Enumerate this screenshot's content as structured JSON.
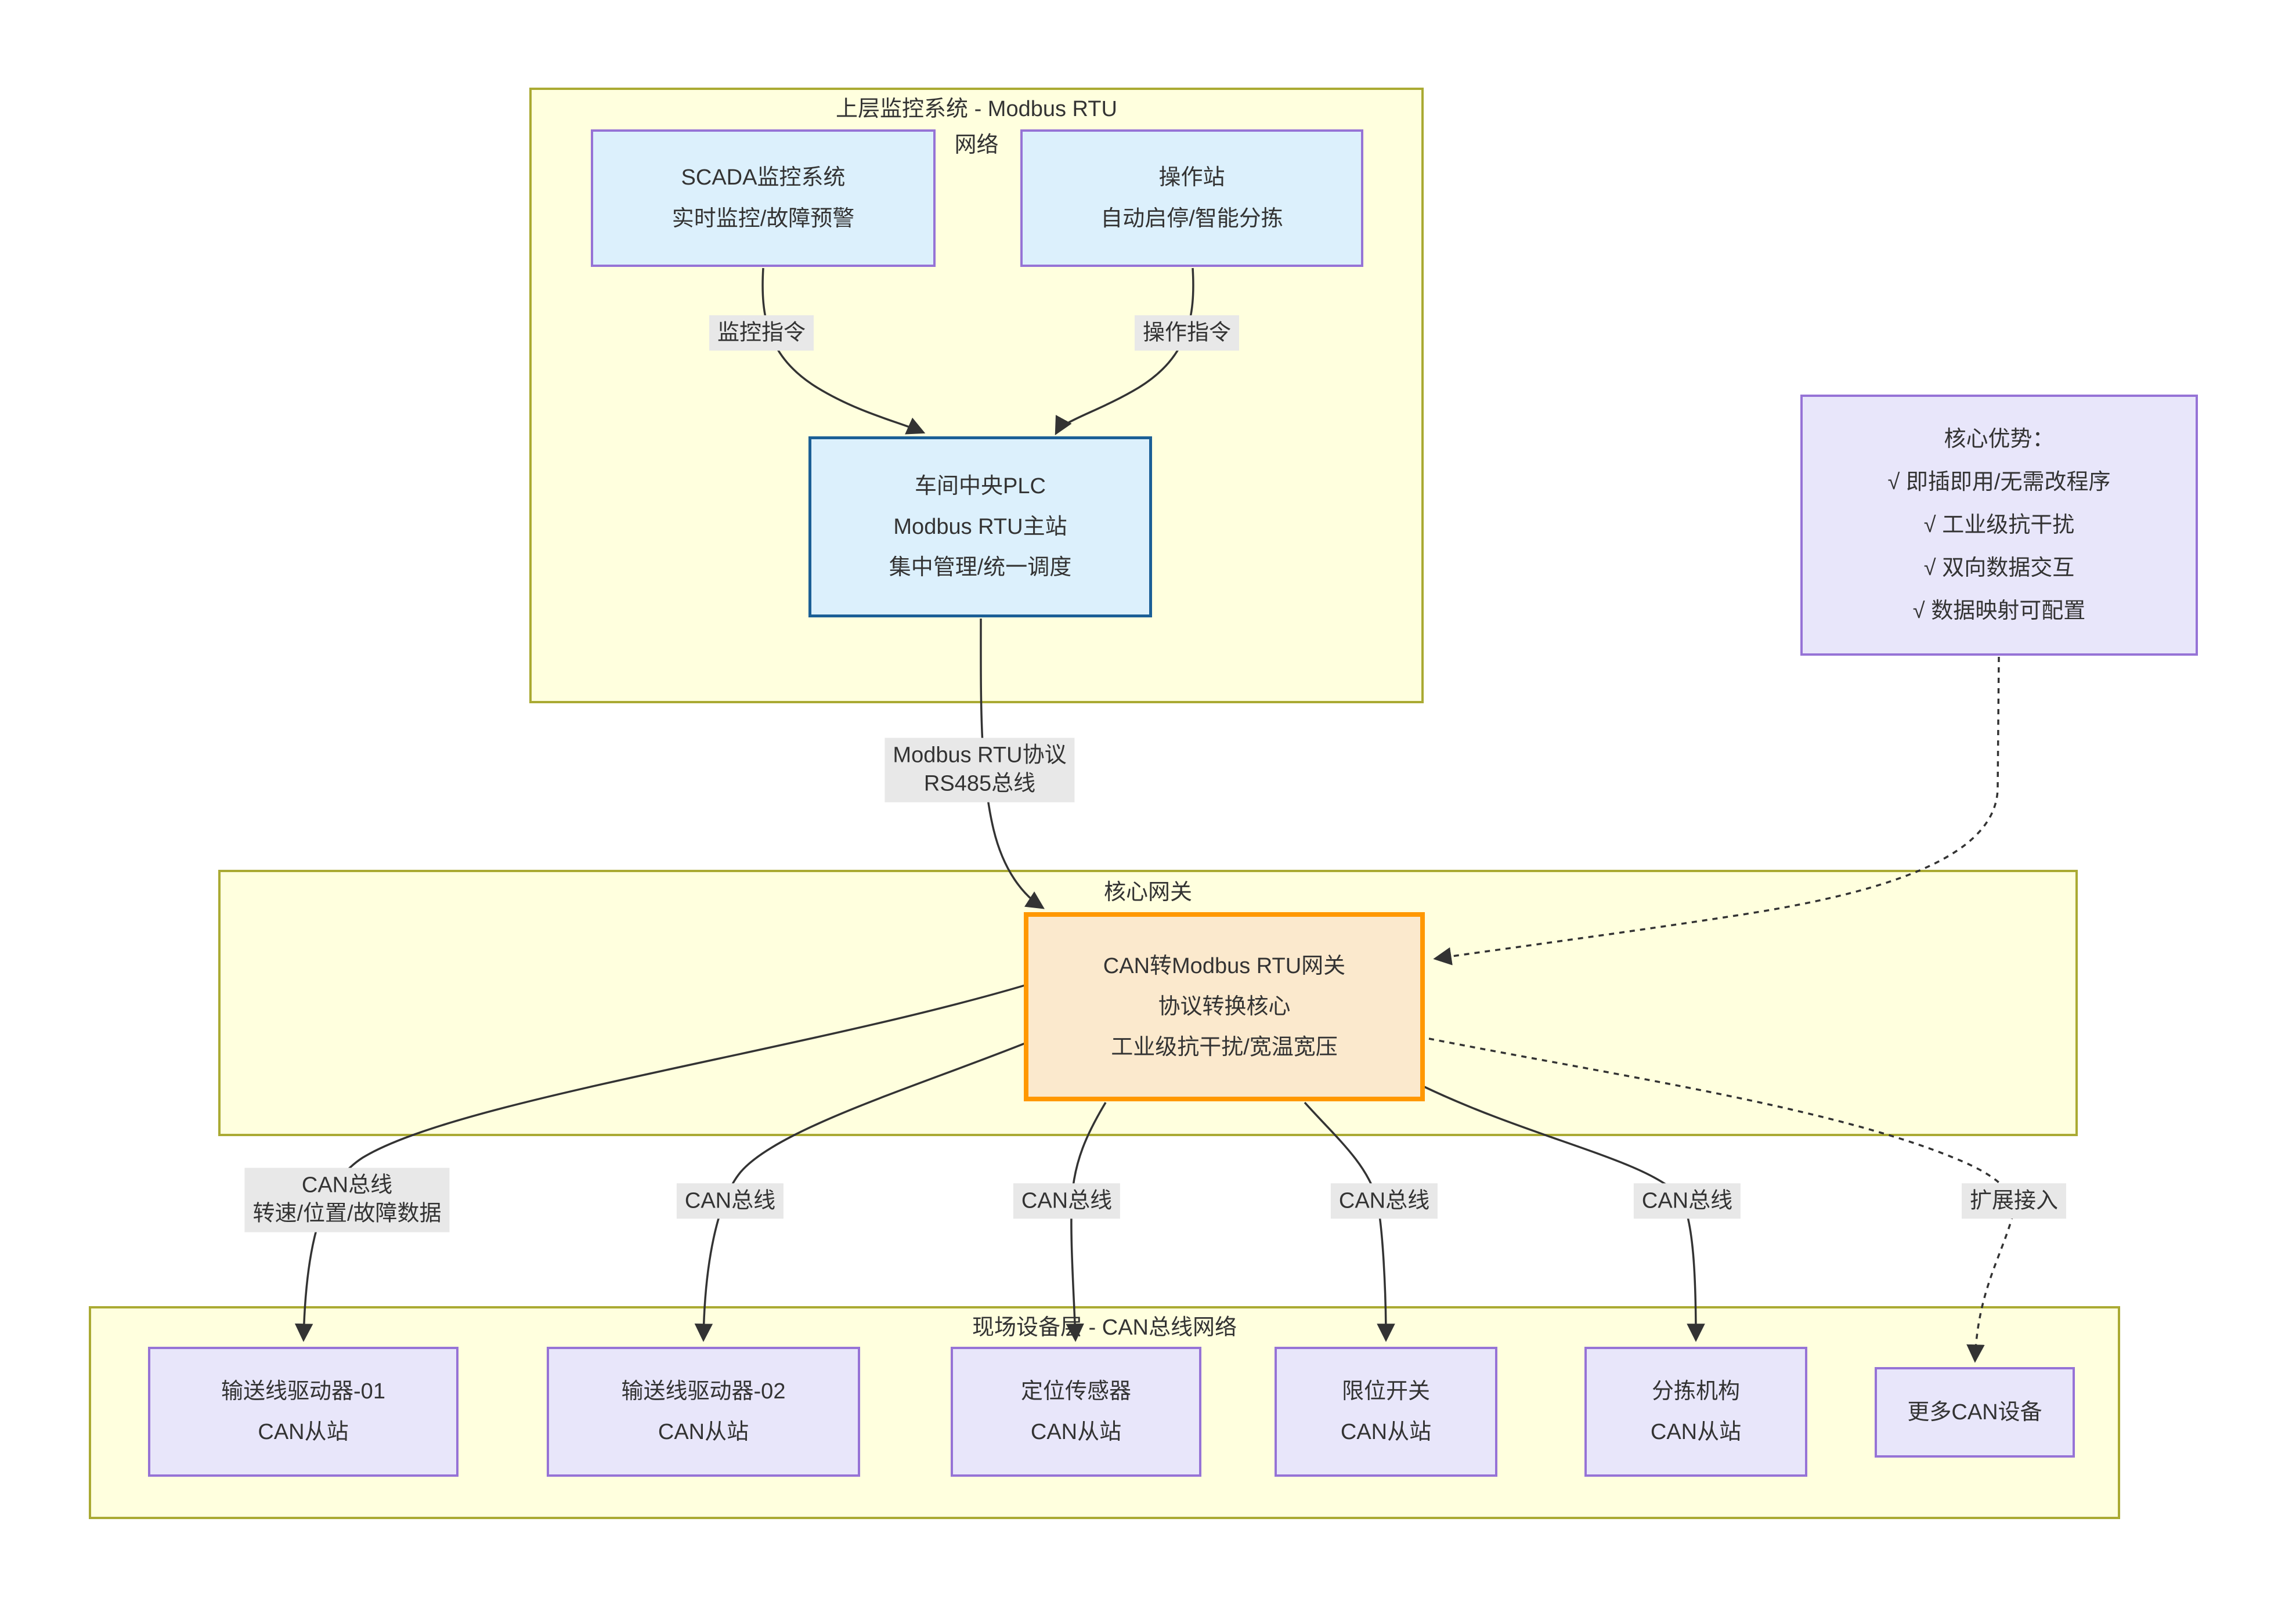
{
  "colors": {
    "section_fill": "#ffffde",
    "section_border": "#aaaa33",
    "blue_node_fill": "#dcf0fc",
    "purple_border": "#9673d6",
    "plc_border": "#1b5f96",
    "gateway_border": "#ff9800",
    "gateway_fill": "#fbe9cd",
    "lavender_fill": "#e8e6fa",
    "edge_label_bg": "#e8e8e8",
    "line_color": "#333333"
  },
  "sections": {
    "upper": {
      "title_line1": "上层监控系统 - Modbus RTU",
      "title_line2": "网络"
    },
    "core": {
      "title": "核心网关"
    },
    "field": {
      "title": "现场设备层 - CAN总线网络"
    }
  },
  "nodes": {
    "scada": {
      "lines": [
        "SCADA监控系统",
        "实时监控/故障预警"
      ]
    },
    "hmi": {
      "lines": [
        "操作站",
        "自动启停/智能分拣"
      ]
    },
    "plc": {
      "lines": [
        "车间中央PLC",
        "Modbus RTU主站",
        "集中管理/统一调度"
      ]
    },
    "advantages": {
      "lines": [
        "核心优势：",
        "√ 即插即用/无需改程序",
        "√ 工业级抗干扰",
        "√ 双向数据交互",
        "√ 数据映射可配置"
      ]
    },
    "gateway": {
      "lines": [
        "CAN转Modbus RTU网关",
        "协议转换核心",
        "工业级抗干扰/宽温宽压"
      ]
    },
    "driver1": {
      "lines": [
        "输送线驱动器-01",
        "CAN从站"
      ]
    },
    "driver2": {
      "lines": [
        "输送线驱动器-02",
        "CAN从站"
      ]
    },
    "sensor": {
      "lines": [
        "定位传感器",
        "CAN从站"
      ]
    },
    "limit_switch": {
      "lines": [
        "限位开关",
        "CAN从站"
      ]
    },
    "sorter": {
      "lines": [
        "分拣机构",
        "CAN从站"
      ]
    },
    "more_devices": {
      "lines": [
        "更多CAN设备"
      ]
    }
  },
  "edge_labels": {
    "monitor_cmd": {
      "lines": [
        "监控指令"
      ]
    },
    "operate_cmd": {
      "lines": [
        "操作指令"
      ]
    },
    "modbus_bus": {
      "lines": [
        "Modbus RTU协议",
        "RS485总线"
      ]
    },
    "can1": {
      "lines": [
        "CAN总线",
        "转速/位置/故障数据"
      ]
    },
    "can2": {
      "lines": [
        "CAN总线"
      ]
    },
    "can3": {
      "lines": [
        "CAN总线"
      ]
    },
    "can4": {
      "lines": [
        "CAN总线"
      ]
    },
    "can5": {
      "lines": [
        "CAN总线"
      ]
    },
    "expand": {
      "lines": [
        "扩展接入"
      ]
    }
  }
}
